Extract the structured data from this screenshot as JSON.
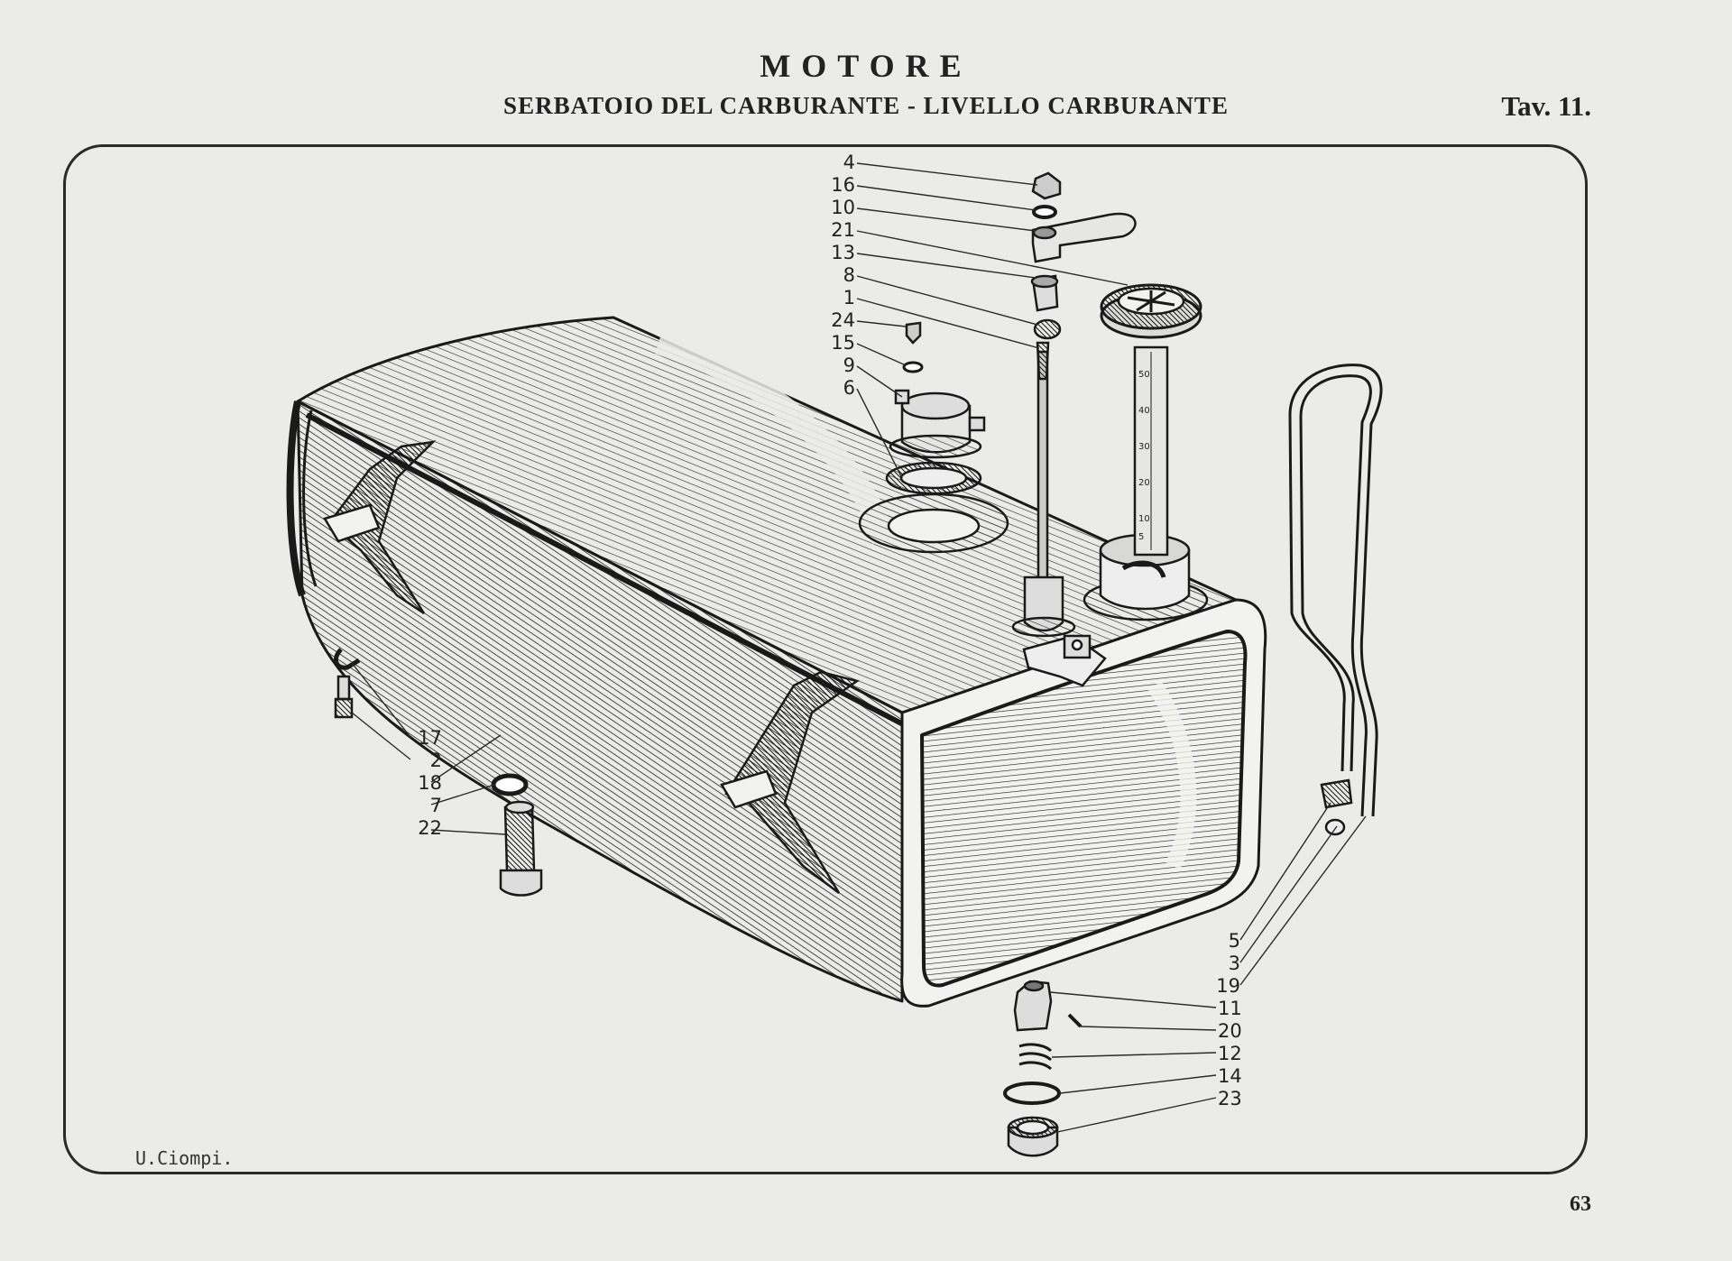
{
  "header": {
    "title": "MOTORE",
    "subtitle": "SERBATOIO DEL CARBURANTE - LIVELLO CARBURANTE",
    "plate": "Tav. 11."
  },
  "footer": {
    "page_number": "63",
    "signature": "U.Ciompi."
  },
  "gauge_scale": [
    "50",
    "40",
    "30",
    "20",
    "10",
    "5"
  ],
  "callouts": {
    "top": [
      "4",
      "16",
      "10",
      "21",
      "13",
      "8",
      "1",
      "24",
      "15",
      "9",
      "6"
    ],
    "left": [
      "17",
      "2",
      "18",
      "7",
      "22"
    ],
    "right_upper": [
      "5",
      "3",
      "19"
    ],
    "right_lower": [
      "11",
      "20",
      "12",
      "14",
      "23"
    ]
  }
}
